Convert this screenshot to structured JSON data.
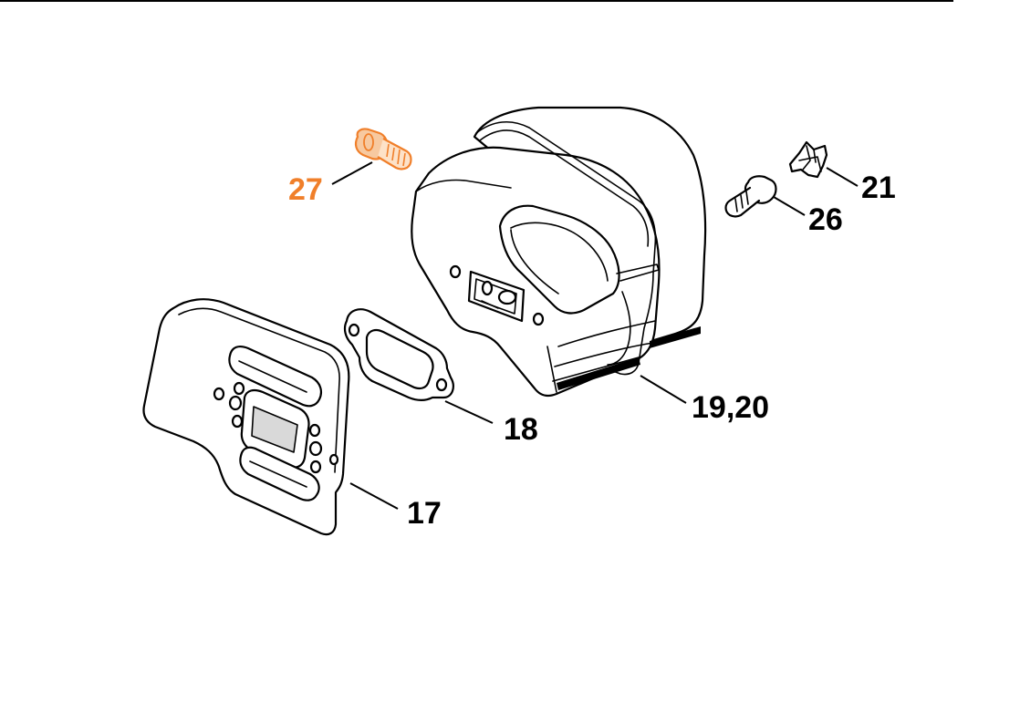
{
  "colors": {
    "line": "#000000",
    "highlight": "#f07f2a",
    "background": "#ffffff"
  },
  "parts": [
    {
      "id": "p27",
      "label": "27",
      "highlighted": true
    },
    {
      "id": "p21",
      "label": "21",
      "highlighted": false
    },
    {
      "id": "p26",
      "label": "26",
      "highlighted": false
    },
    {
      "id": "p18",
      "label": "18",
      "highlighted": false
    },
    {
      "id": "p1920",
      "label": "19,20",
      "highlighted": false
    },
    {
      "id": "p17",
      "label": "17",
      "highlighted": false
    }
  ]
}
